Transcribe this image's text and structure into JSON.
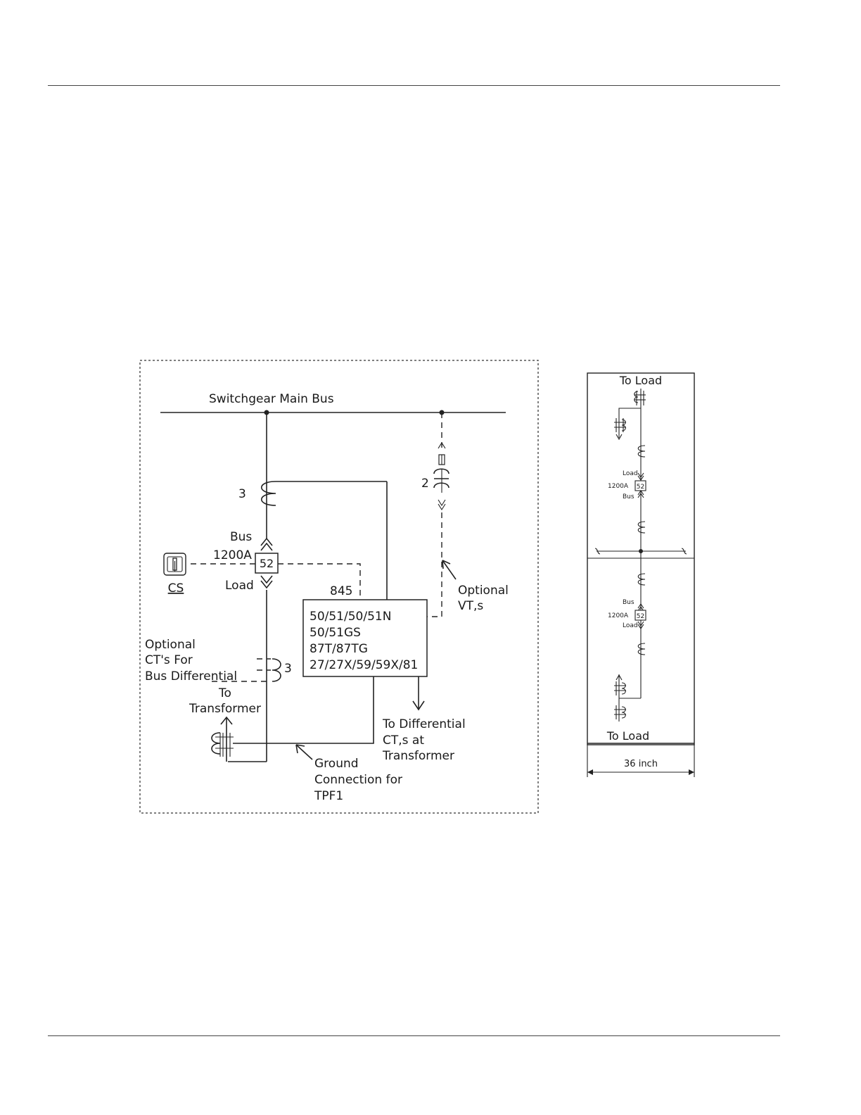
{
  "one_line": {
    "main_bus_label": "Switchgear Main Bus",
    "ct_top_count": "3",
    "breaker": {
      "bus_label": "Bus",
      "rating": "1200A",
      "device_no": "52",
      "load_label": "Load"
    },
    "control_switch_label": "CS",
    "relay_id": "845",
    "relay_functions": [
      "50/51/50/51N",
      "50/51GS",
      "87T/87TG",
      "27/27X/59/59X/81"
    ],
    "vt_count": "2",
    "optional_vts": [
      "Optional",
      "VT,s"
    ],
    "optional_cts": [
      "Optional",
      "CT's For",
      "Bus Differential"
    ],
    "ct_bus_diff_count": "3",
    "to_transformer": [
      "To",
      "Transformer"
    ],
    "to_differential": [
      "To  Differential",
      "CT,s at",
      "Transformer"
    ],
    "ground_connection": [
      "Ground",
      "Connection for",
      "TPF1"
    ]
  },
  "elevation": {
    "top_label": "To Load",
    "bottom_label": "To Load",
    "upper_breaker": {
      "load_label": "Load",
      "rating": "1200A",
      "device_no": "52",
      "bus_label": "Bus"
    },
    "lower_breaker": {
      "bus_label": "Bus",
      "rating": "1200A",
      "device_no": "52",
      "load_label": "Load"
    },
    "width_label": "36 inch"
  }
}
